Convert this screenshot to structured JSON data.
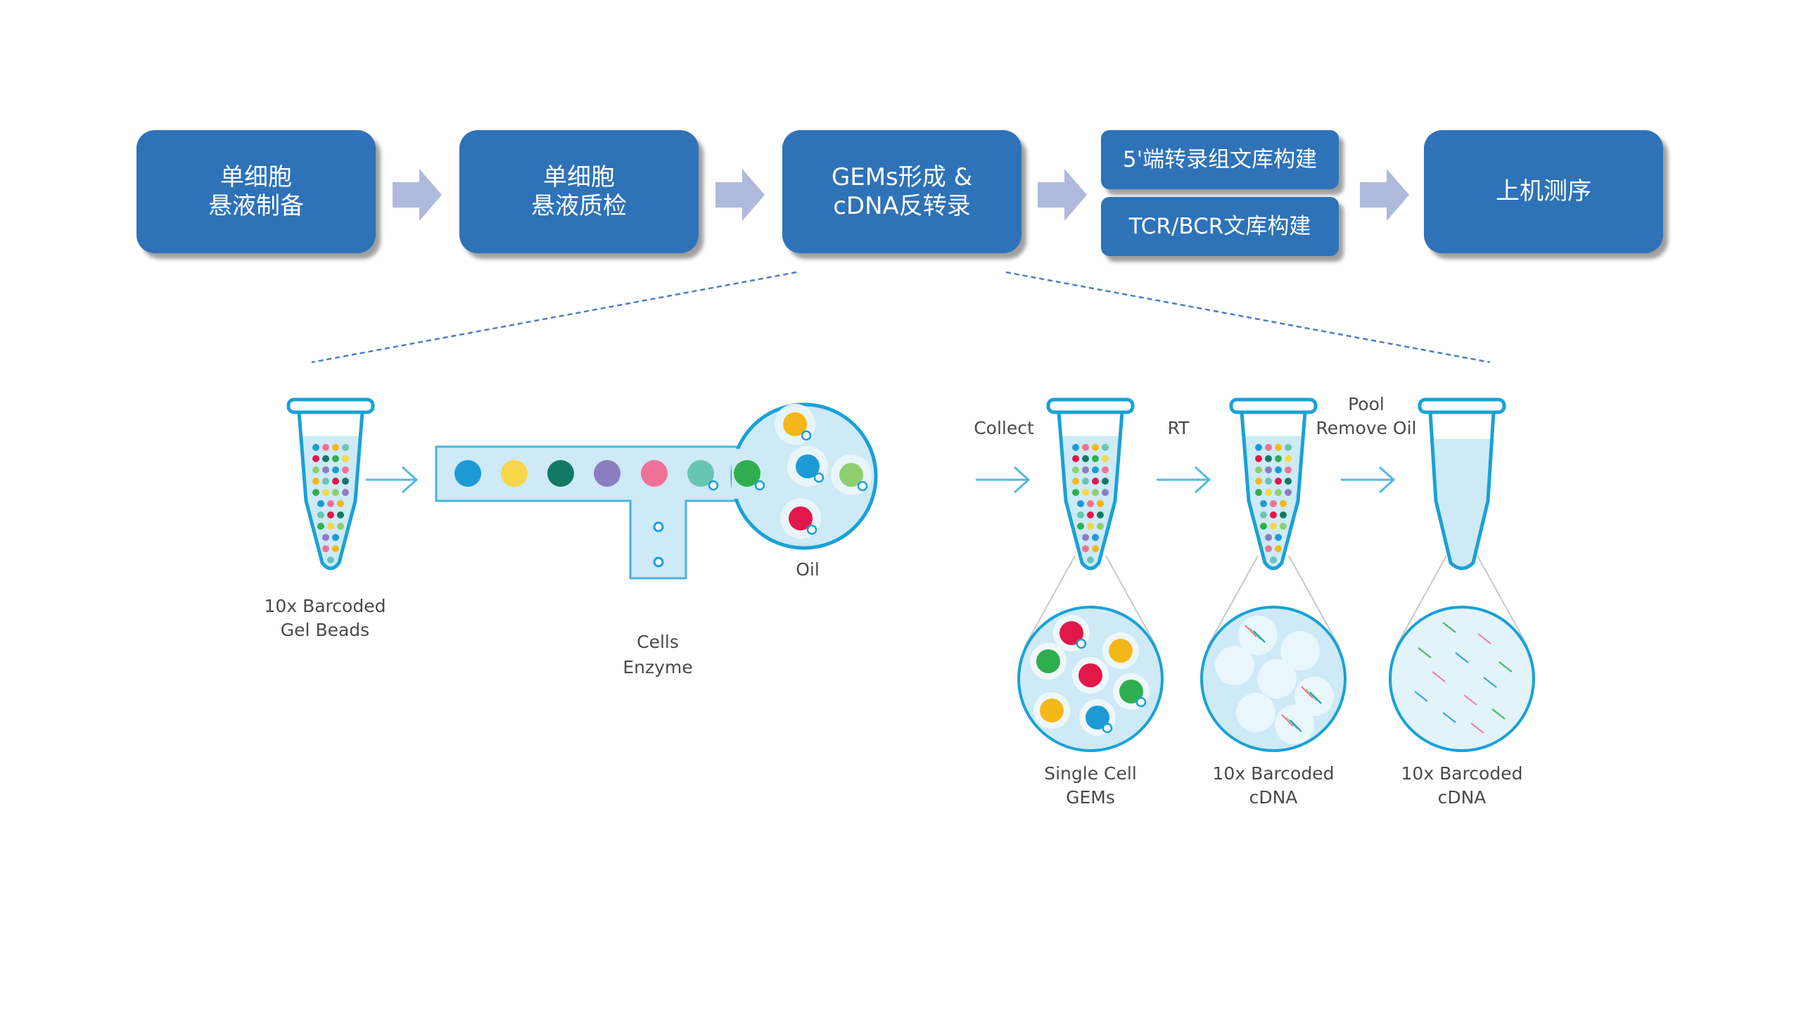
{
  "workflow": {
    "steps": [
      {
        "lines": [
          "单细胞",
          "悬液制备"
        ]
      },
      {
        "lines": [
          "单细胞",
          "悬液质检"
        ]
      },
      {
        "lines": [
          "GEMs形成 &",
          "cDNA反转录"
        ]
      },
      {
        "lines": [
          "5'端转录组文库构建",
          "TCR/BCR文库构建"
        ]
      },
      {
        "lines": [
          "上机测序"
        ]
      }
    ]
  },
  "illustration": {
    "gel_beads_label": [
      "10x Barcoded",
      "Gel Beads"
    ],
    "cells_label": [
      "Cells",
      "Enzyme"
    ],
    "oil_label": "Oil",
    "collect_label": "Collect",
    "rt_label": "RT",
    "pool_label": [
      "Pool",
      "Remove Oil"
    ],
    "gems_label": [
      "Single Cell",
      "GEMs"
    ],
    "cdna1_label": [
      "10x Barcoded",
      "cDNA"
    ],
    "cdna2_label": [
      "10x Barcoded",
      "cDNA"
    ]
  },
  "colors": {
    "box": "#2e72b8",
    "box_text": "#ffffff",
    "arrow": "#aeb9dc",
    "liquid": "#cdeaf6",
    "outline": "#1aa1d6",
    "dashed_line": "#4a7fc0",
    "label_text": "#4a4a4a",
    "bead_colors": [
      "#1d9ad6",
      "#f7d64a",
      "#127a64",
      "#8e7cc3",
      "#ef7195",
      "#67c6b3",
      "#2fae4f",
      "#e2174a",
      "#f4b71a",
      "#8dcf6f"
    ]
  }
}
